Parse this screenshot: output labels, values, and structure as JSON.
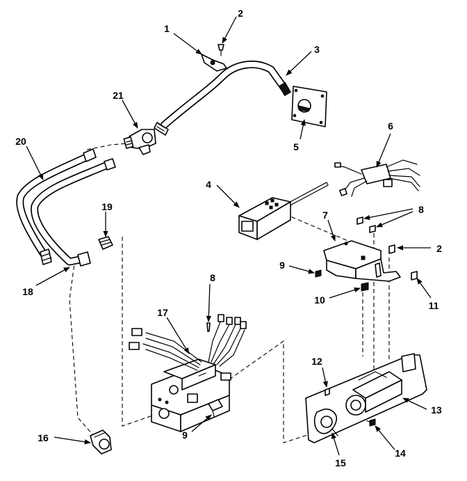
{
  "callouts": [
    {
      "id": "c1",
      "label": "1"
    },
    {
      "id": "c2a",
      "label": "2"
    },
    {
      "id": "c3",
      "label": "3"
    },
    {
      "id": "c4",
      "label": "4"
    },
    {
      "id": "c5",
      "label": "5"
    },
    {
      "id": "c6",
      "label": "6"
    },
    {
      "id": "c7",
      "label": "7"
    },
    {
      "id": "c8a",
      "label": "8"
    },
    {
      "id": "c2b",
      "label": "2"
    },
    {
      "id": "c9a",
      "label": "9"
    },
    {
      "id": "c10",
      "label": "10"
    },
    {
      "id": "c11",
      "label": "11"
    },
    {
      "id": "c8b",
      "label": "8"
    },
    {
      "id": "c17",
      "label": "17"
    },
    {
      "id": "c12",
      "label": "12"
    },
    {
      "id": "c13",
      "label": "13"
    },
    {
      "id": "c9b",
      "label": "9"
    },
    {
      "id": "c14",
      "label": "14"
    },
    {
      "id": "c15",
      "label": "15"
    },
    {
      "id": "c16",
      "label": "16"
    },
    {
      "id": "c18",
      "label": "18"
    },
    {
      "id": "c19",
      "label": "19"
    },
    {
      "id": "c20",
      "label": "20"
    },
    {
      "id": "c21",
      "label": "21"
    }
  ]
}
